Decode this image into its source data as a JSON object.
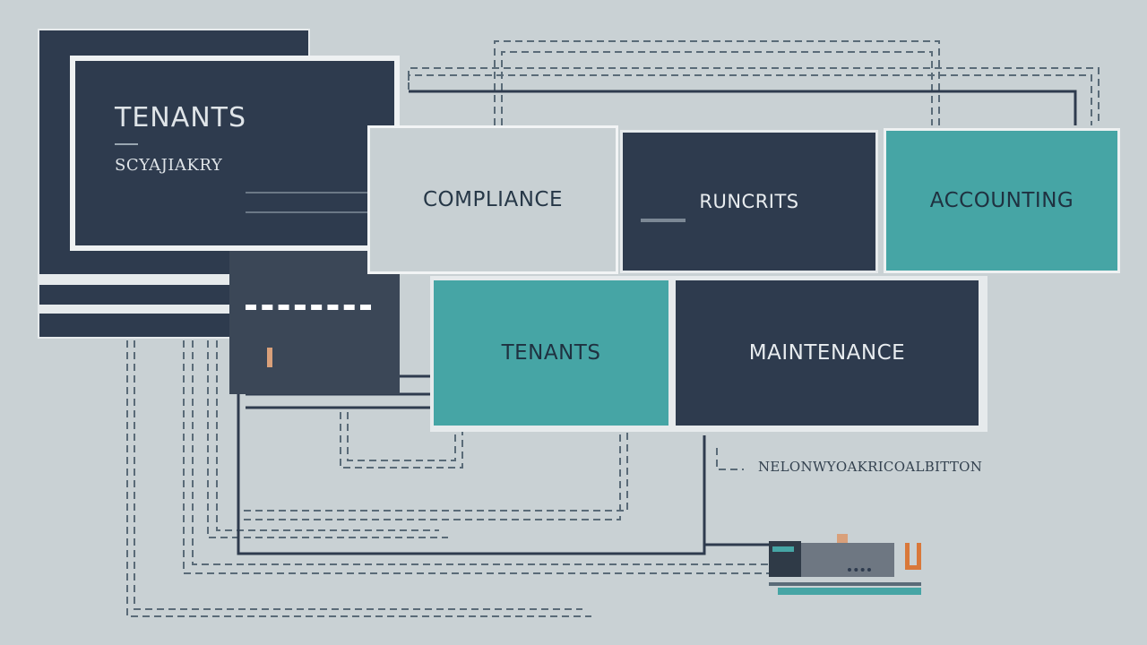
{
  "colors": {
    "background": "#c9d1d4",
    "navy": "#2e3b4e",
    "teal": "#46a5a5",
    "light": "#c8d0d3",
    "line": "#2e3b4e",
    "dashed": "#5a6b78",
    "accent_orange": "#d9783a"
  },
  "left_card": {
    "title": "TENANTS",
    "subtitle": "SCYAJIAKRY"
  },
  "modules": {
    "compliance": "COMPLIANCE",
    "reports": "RUNCRITS",
    "accounting": "ACCOUNTING",
    "tenants": "TENANTS",
    "maintenance": "MAINTENANCE"
  },
  "annotation": {
    "text": "NELONWYOAKRICOALBITTON"
  },
  "device": {
    "icon": "server-device-icon",
    "badge_icon": "orange-bracket-icon"
  }
}
